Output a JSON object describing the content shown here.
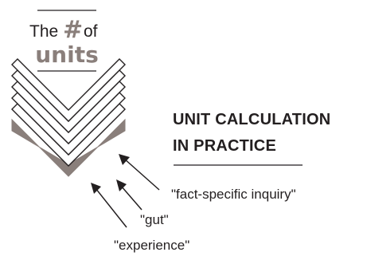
{
  "title": {
    "prefix": "The",
    "symbol": "#",
    "suffix": "of",
    "word": "units"
  },
  "heading": {
    "line1": "UNIT CALCULATION",
    "line2": "IN PRACTICE"
  },
  "labels": [
    "\"fact-specific inquiry\"",
    "\"gut\"",
    "\"experience\""
  ],
  "colors": {
    "text": "#231f20",
    "accent": "#8a7f7b",
    "line": "#231f20",
    "background": "#ffffff"
  }
}
